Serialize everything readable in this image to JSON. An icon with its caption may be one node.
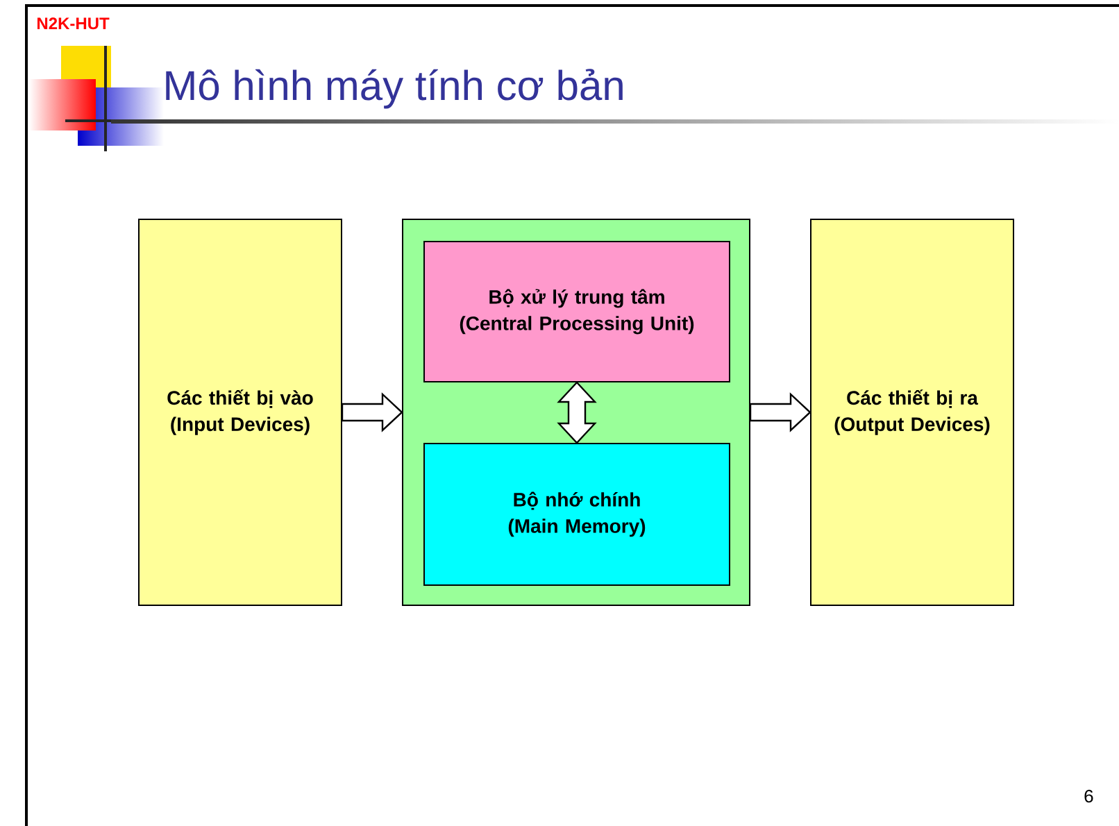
{
  "diagram": {
    "title": "Mô hình máy tính cơ bản",
    "nodes": [
      {
        "text": [
          "Các thiết bị vào (Input Devices)"
        ]
      },
      {
        "text": [],
        "shape": "box"
      },
      {
        "text": [
          "Bộ xử lý trung tâm (Central Processing Unit)"
        ],
        "in": 1
      },
      {
        "text": [
          "Bộ nhớ chính (Main Memory)"
        ],
        "in": 1
      },
      {
        "text": [
          "Các thiết bị ra (Output Devices)"
        ]
      }
    ],
    "edges": [
      {
        "from": 0,
        "to": 1,
        "arrow": "to"
      },
      {
        "from": 2,
        "to": 3,
        "arrow": "both"
      },
      {
        "from": 1,
        "to": 4,
        "arrow": "to"
      }
    ],
    "labels": [
      "N2K-HUT",
      "6"
    ]
  }
}
